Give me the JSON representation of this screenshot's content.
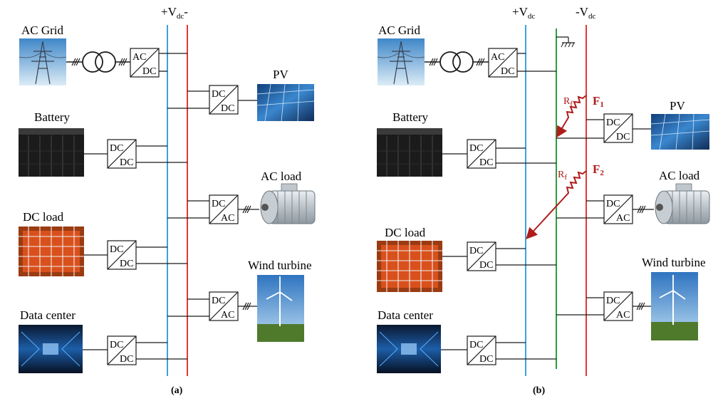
{
  "colors": {
    "pos_bus": "#3ba3dc",
    "neg_bus": "#e03a32",
    "ground_bus": "#2e9e3e",
    "fault": "#b01c1c",
    "wire": "#1a1a1a"
  },
  "panel_a": {
    "caption": "(a)",
    "bus_label": "+V",
    "bus_label_sub": "dc",
    "bus_label_suffix": "-",
    "ac_grid": {
      "label": "AC Grid",
      "conv_top": "AC",
      "conv_bottom": "DC"
    },
    "pv": {
      "label": "PV",
      "conv_top": "DC",
      "conv_bottom": "DC"
    },
    "battery": {
      "label": "Battery",
      "conv_top": "DC",
      "conv_bottom": "DC"
    },
    "ac_load": {
      "label": "AC load",
      "conv_top": "DC",
      "conv_bottom": "AC"
    },
    "dc_load": {
      "label": "DC load",
      "conv_top": "DC",
      "conv_bottom": "DC"
    },
    "wind": {
      "label": "Wind turbine",
      "conv_top": "DC",
      "conv_bottom": "AC"
    },
    "datacenter": {
      "label": "Data center",
      "conv_top": "DC",
      "conv_bottom": "DC"
    }
  },
  "panel_b": {
    "caption": "(b)",
    "pos_label": "+V",
    "pos_label_sub": "dc",
    "neg_label": "-V",
    "neg_label_sub": "dc",
    "ac_grid": {
      "label": "AC Grid",
      "conv_top": "AC",
      "conv_bottom": "DC"
    },
    "pv": {
      "label": "PV",
      "conv_top": "DC",
      "conv_bottom": "DC"
    },
    "battery": {
      "label": "Battery",
      "conv_top": "DC",
      "conv_bottom": "DC"
    },
    "ac_load": {
      "label": "AC load",
      "conv_top": "DC",
      "conv_bottom": "AC"
    },
    "dc_load": {
      "label": "DC load",
      "conv_top": "DC",
      "conv_bottom": "DC"
    },
    "wind": {
      "label": "Wind turbine",
      "conv_top": "DC",
      "conv_bottom": "AC"
    },
    "datacenter": {
      "label": "Data center",
      "conv_top": "DC",
      "conv_bottom": "DC"
    },
    "fault1": {
      "resistor": "R",
      "resistor_sub": "f",
      "label": "F",
      "label_sub": "1"
    },
    "fault2": {
      "resistor": "R",
      "resistor_sub": "f",
      "label": "F",
      "label_sub": "2"
    }
  }
}
